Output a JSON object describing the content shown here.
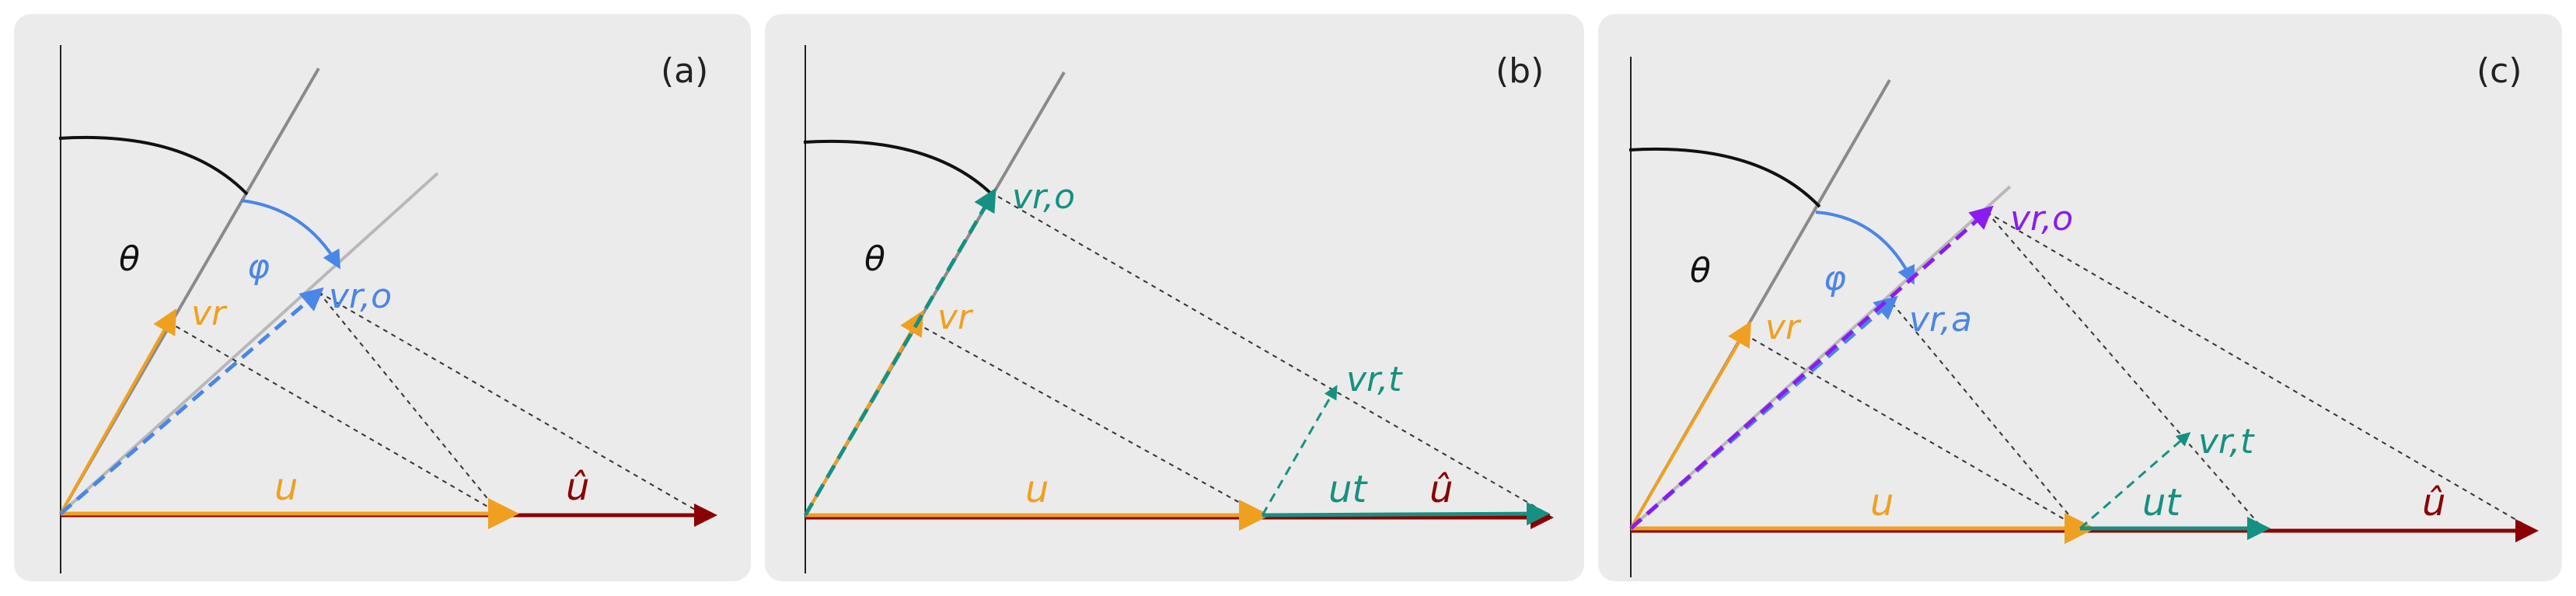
{
  "colors": {
    "panel_bg": "#ebebeb",
    "axis": "#222222",
    "guide": "#8a8a8a",
    "guide_light": "#b8b8b8",
    "orange": "#f0a020",
    "darkred": "#8b0000",
    "blue": "#4a86e8",
    "teal": "#169082",
    "purple": "#8a1cf0",
    "black": "#111111",
    "dashed": "#333333"
  },
  "panels": [
    {
      "label": "(a)",
      "labels": {
        "theta": "θ",
        "phi": "φ",
        "vr": "vr",
        "vro": "vr,o",
        "u": "u",
        "uhat": "û"
      }
    },
    {
      "label": "(b)",
      "labels": {
        "theta": "θ",
        "vr": "vr",
        "vro": "vr,o",
        "vrt": "vr,t",
        "u": "u",
        "ut": "ut",
        "uhat": "û"
      }
    },
    {
      "label": "(c)",
      "labels": {
        "theta": "θ",
        "phi": "φ",
        "vr": "vr",
        "vra": "vr,a",
        "vro": "vr,o",
        "vrt": "vr,t",
        "u": "u",
        "ut": "ut",
        "uhat": "û"
      }
    }
  ]
}
